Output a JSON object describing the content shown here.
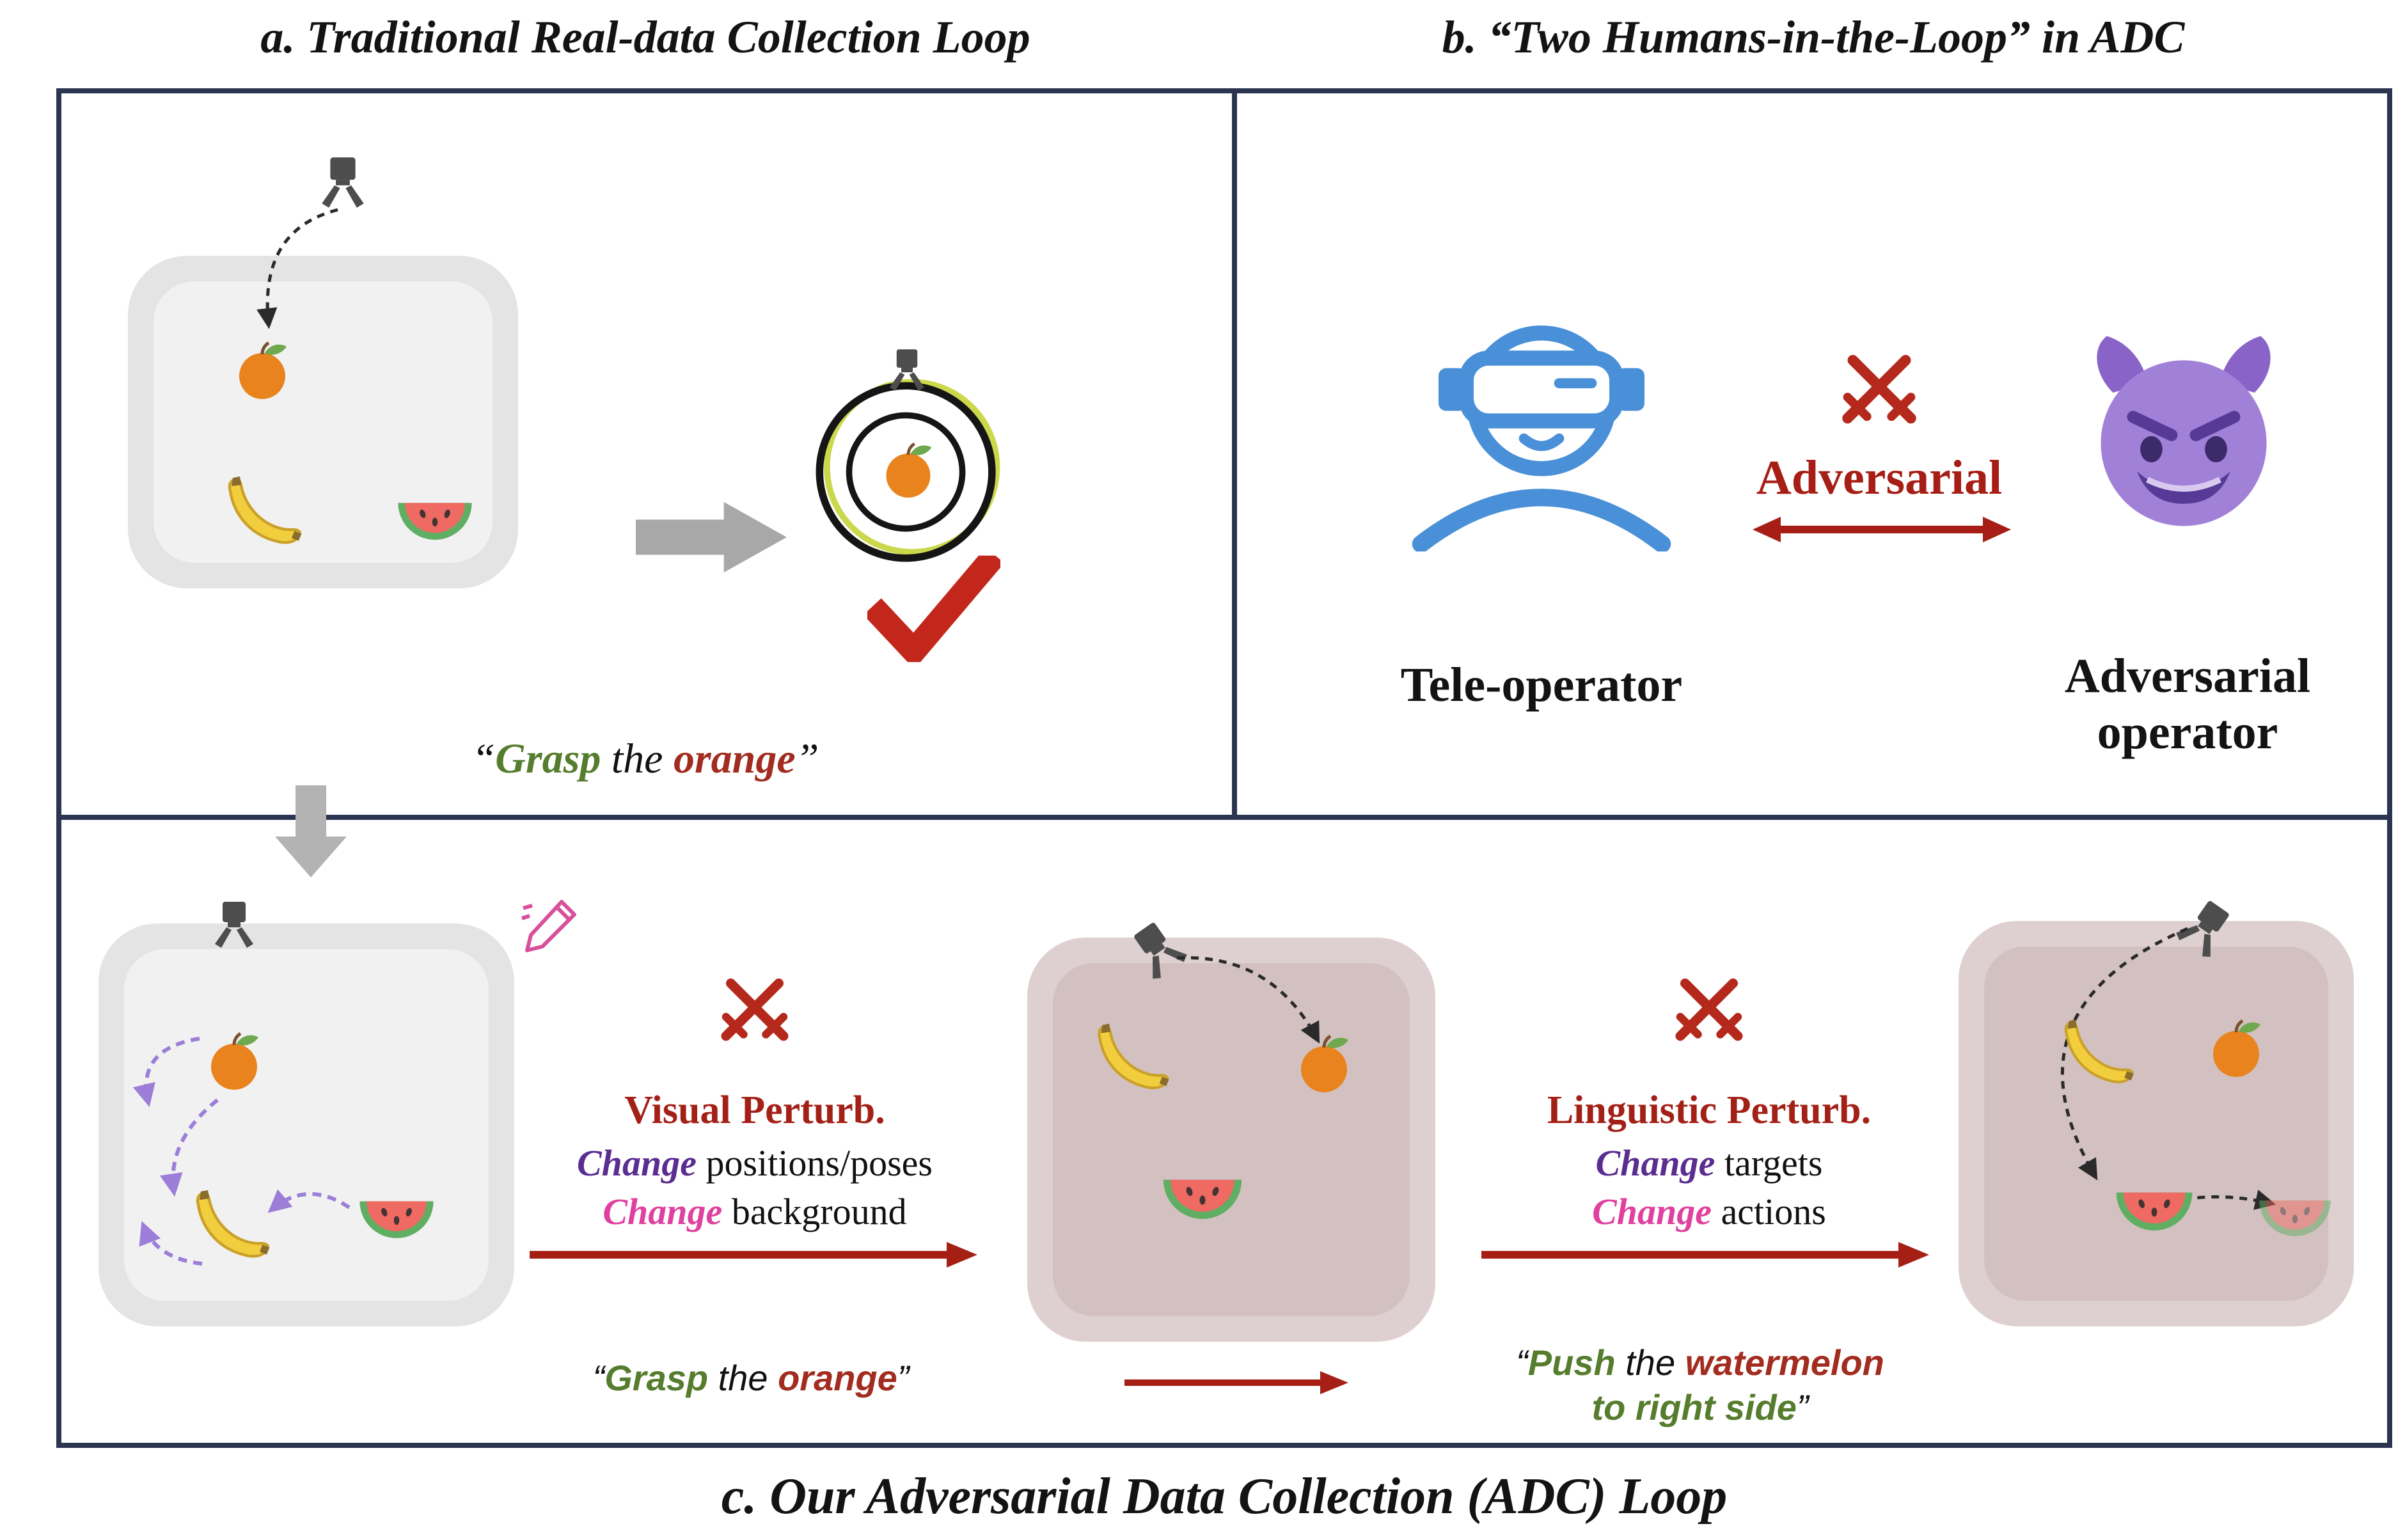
{
  "panel_a": {
    "title": "a. Traditional Real-data Collection Loop",
    "command": {
      "open": "“",
      "verb": "Grasp",
      "mid": " the ",
      "target": "orange",
      "close": "”"
    }
  },
  "panel_b": {
    "title": "b. “Two Humans-in-the-Loop” in ADC",
    "adversarial": "Adversarial",
    "tele_operator": "Tele-operator",
    "adversarial_operator_line1": "Adversarial",
    "adversarial_operator_line2": "operator"
  },
  "panel_c": {
    "title": "c. Our Adversarial Data Collection (ADC) Loop",
    "visual": {
      "heading": "Visual Perturb.",
      "change1": "Change",
      "rest1": " positions/poses",
      "change2": "Change",
      "rest2": " background"
    },
    "linguistic": {
      "heading": "Linguistic Perturb.",
      "change1": "Change",
      "rest1": " targets",
      "change2": "Change",
      "rest2": " actions"
    },
    "command_before": {
      "open": "“",
      "verb": "Grasp",
      "mid": " the ",
      "target": "orange",
      "close": "”"
    },
    "command_after": {
      "open": "“",
      "verb": "Push",
      "mid": " the ",
      "target": "watermelon",
      "line2": "to right side",
      "close": "”"
    }
  },
  "colors": {
    "border": "#2b3552",
    "dark_red": "#a32017",
    "swords_red": "#b5291c",
    "green_text": "#567d2e",
    "red_text": "#a22c20",
    "purple_text": "#5b2d91",
    "magenta_text": "#e0409f",
    "blue_operator": "#4a90d8",
    "devil_purple": "#a181d8",
    "gray_arrow": "#a8a8a8",
    "tray_gray": "#e4e4e4",
    "tray_mauve": "#ded0d0"
  },
  "icons": {
    "robot_gripper": "robot-gripper-claw",
    "orange": "orange-fruit",
    "banana": "banana-fruit",
    "watermelon": "watermelon-slice",
    "success_rings": "target-rings-around-grasped-orange",
    "check": "red-check-mark",
    "crossed_swords": "red-crossed-swords-adversarial",
    "vr_person": "tele-operator-with-vr-headset",
    "devil": "purple-devil-face",
    "pencil": "pink-edit-pencil",
    "block_arrow_right": "gray-block-arrow-right",
    "block_arrow_down": "gray-block-arrow-down"
  }
}
